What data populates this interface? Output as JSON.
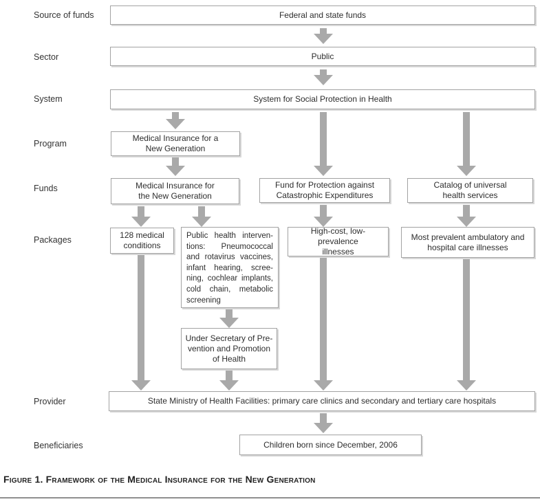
{
  "figure": {
    "caption": "Figure 1. Framework of the Medical Insurance for the New Generation"
  },
  "rows": {
    "source_of_funds": {
      "label": "Source of funds",
      "box": "Federal and state funds"
    },
    "sector": {
      "label": "Sector",
      "box": "Public"
    },
    "system": {
      "label": "System",
      "box": "System for Social Protection in Health"
    },
    "program": {
      "label": "Program",
      "box": "Medical Insurance for a\nNew Generation"
    },
    "funds": {
      "label": "Funds",
      "boxes": [
        "Medical Insurance for\nthe New Generation",
        "Fund for Protection against\nCatastrophic Expenditures",
        "Catalog of universal\nhealth services"
      ]
    },
    "packages": {
      "label": "Packages",
      "boxes": [
        {
          "text": "128 medical\nconditions"
        },
        {
          "lines": [
            "Public health interven-",
            "tions: Pneumococcal",
            "and rotavirus vaccines,",
            "infant hearing, scree-",
            "ning, cochlear implants,",
            "cold chain, metabolic",
            "screening"
          ]
        },
        {
          "text": "High-cost, low-prevalence\nillnesses"
        },
        {
          "text": "Most prevalent ambulatory and\nhospital care illnesses"
        }
      ]
    },
    "intermediate": {
      "box": "Under Secretary of Pre-\nvention and Promotion\nof Health"
    },
    "provider": {
      "label": "Provider",
      "box": "State Ministry of Health Facilities: primary care clinics and secondary and tertiary care hospitals"
    },
    "beneficiaries": {
      "label": "Beneficiaries",
      "box": "Children born since December, 2006"
    }
  },
  "colors": {
    "arrow": "#a9a9a9",
    "border": "#a2a2a2",
    "text": "#2d2d2d",
    "rule": "#8f8f8f"
  }
}
